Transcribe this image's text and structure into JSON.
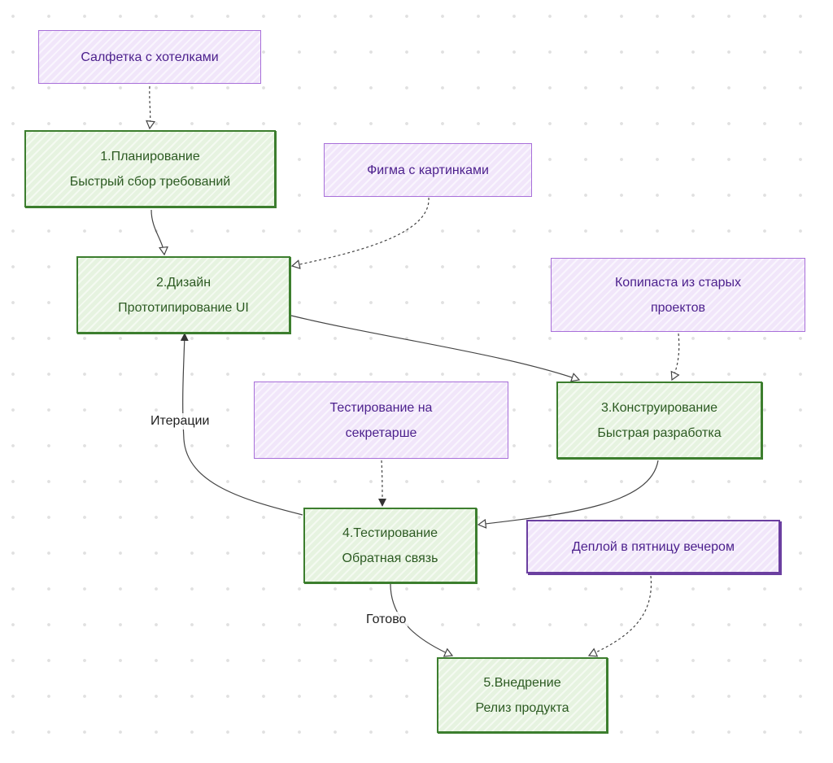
{
  "nodes": {
    "napkin": "Салфетка с хотелками",
    "plan": {
      "line1": "1.Планирование",
      "line2": "Быстрый сбор требований"
    },
    "figma": "Фигма с картинками",
    "design": {
      "line1": "2.Дизайн",
      "line2": "Прототипирование UI"
    },
    "copypaste": {
      "line1": "Копипаста из старых",
      "line2": "проектов"
    },
    "testing_secretary": {
      "line1": "Тестирование на",
      "line2": "секретарше"
    },
    "construct": {
      "line1": "3.Конструирование",
      "line2": "Быстрая разработка"
    },
    "test": {
      "line1": "4.Тестирование",
      "line2": "Обратная связь"
    },
    "deploy_friday": "Деплой в пятницу вечером",
    "deploy": {
      "line1": "5.Внедрение",
      "line2": "Релиз продукта"
    }
  },
  "edge_labels": {
    "iterations": "Итерации",
    "done": "Готово"
  },
  "colors": {
    "green_stroke": "#3c7e2e",
    "green_fill": "#e6f3e0",
    "purple_stroke": "#a86fd9",
    "purple_fill": "#f1e6fa",
    "text_green": "#2c5a22",
    "text_purple": "#4b1f8c",
    "edge": "#444444"
  }
}
